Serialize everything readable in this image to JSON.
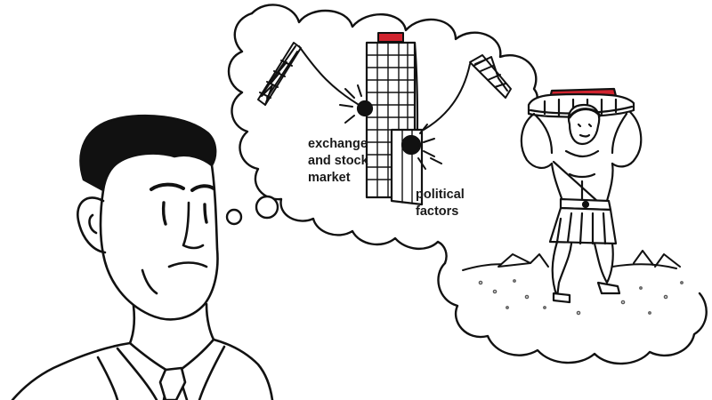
{
  "thought_labels": {
    "exchange_line1": "exchange",
    "exchange_line2": "and stock",
    "exchange_line3": "market",
    "political_line1": "political",
    "political_line2": "factors"
  },
  "colors": {
    "ink": "#111111",
    "accent_red": "#d0232e",
    "background": "#ffffff",
    "rock_shading": "#555555"
  }
}
